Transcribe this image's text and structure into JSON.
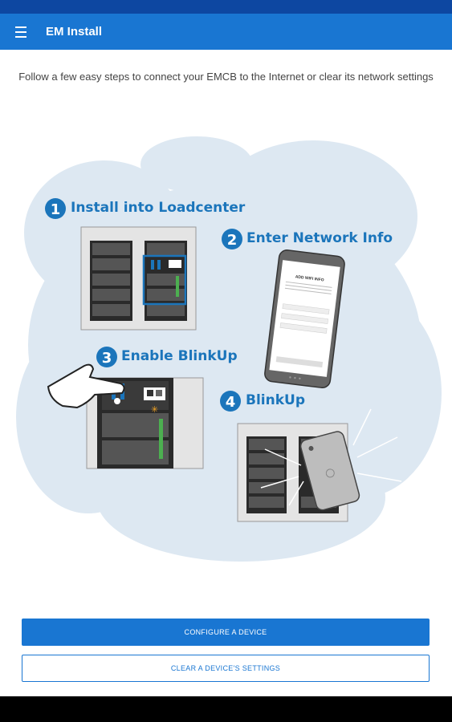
{
  "app_bar": {
    "title": "EM Install",
    "menu_icon": "menu-icon"
  },
  "intro": "Follow a few easy steps to connect your EMCB to the Internet or clear its network settings",
  "steps": [
    {
      "number": "1",
      "label": "Install into Loadcenter"
    },
    {
      "number": "2",
      "label": "Enter Network Info"
    },
    {
      "number": "3",
      "label": "Enable BlinkUp"
    },
    {
      "number": "4",
      "label": "BlinkUp"
    }
  ],
  "phone_screen": {
    "title": "ADD WIFI INFO"
  },
  "buttons": {
    "configure": "CONFIGURE A DEVICE",
    "clear": "CLEAR A DEVICE'S SETTINGS"
  },
  "colors": {
    "primary": "#1976d2",
    "status_bar": "#0d47a1",
    "step_blue": "#1b75bb"
  }
}
